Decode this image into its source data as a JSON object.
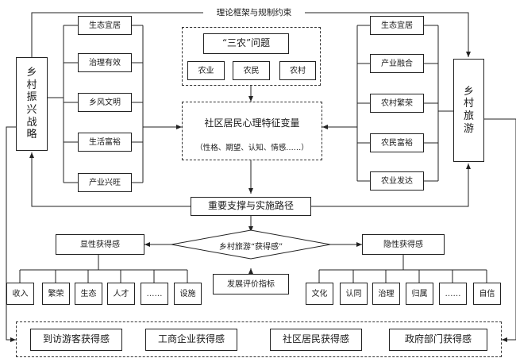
{
  "top_label": "理论框架与规制约束",
  "left_main": "乡村振兴战略",
  "right_main": "乡村旅游",
  "left_items": [
    "生态宜居",
    "治理有效",
    "乡风文明",
    "生活富裕",
    "产业兴旺"
  ],
  "right_items": [
    "生态宜居",
    "产业融合",
    "农村繁荣",
    "农民富裕",
    "农业发达"
  ],
  "sannong": {
    "title": "“三农”问题",
    "items": [
      "农业",
      "农民",
      "农村"
    ]
  },
  "center": {
    "title": "社区居民心理特征变量",
    "subtitle": "（性格、期望、认知、情感……）"
  },
  "support": "重要支撑与实施路径",
  "explicit": {
    "title": "显性获得感",
    "items": [
      "收入",
      "繁荣",
      "生态",
      "人才",
      "……",
      "设施"
    ]
  },
  "diamond": "乡村旅游“获得感”",
  "evaluation": "发展评价指标",
  "implicit": {
    "title": "隐性获得感",
    "items": [
      "文化",
      "认同",
      "治理",
      "归属",
      "……",
      "自信"
    ]
  },
  "bottom": [
    "到访游客获得感",
    "工商企业获得感",
    "社区居民获得感",
    "政府部门获得感"
  ]
}
